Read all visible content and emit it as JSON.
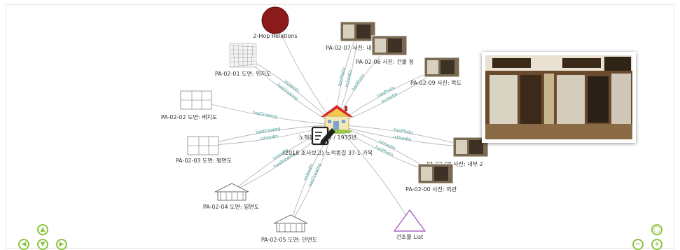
{
  "graph": {
    "center": {
      "line1": "노적봉 1 가옥 / 1935년",
      "line2": "(2018 조사보고) 노적봉길 37-1 가옥"
    },
    "nodes": [
      {
        "id": "hop",
        "label": "2-Hop Relations",
        "kind": "circle",
        "color": "#8b1a1a"
      },
      {
        "id": "pa0201",
        "label": "PA-02-01 도면: 위치도",
        "kind": "map"
      },
      {
        "id": "pa0202",
        "label": "PA-02-02 도면: 배치도",
        "kind": "plan"
      },
      {
        "id": "pa0203",
        "label": "PA-02-03 도면: 평면도",
        "kind": "plan"
      },
      {
        "id": "pa0204",
        "label": "PA-02-04 도면: 입면도",
        "kind": "elev"
      },
      {
        "id": "pa0205",
        "label": "PA-02-05 도면: 단면도",
        "kind": "elev"
      },
      {
        "id": "pa0207",
        "label": "PA-02-07 사진: 내",
        "kind": "photo"
      },
      {
        "id": "pa0206",
        "label": "PA-02-06 사진: 건물 정",
        "kind": "photo"
      },
      {
        "id": "pa0209",
        "label": "PA-02-09 사진: 복도",
        "kind": "photo"
      },
      {
        "id": "pa0208",
        "label": "PA-02-08 사진: 내부 2",
        "kind": "photo"
      },
      {
        "id": "pa0200",
        "label": "PA-02-00 사진: 외관",
        "kind": "photo"
      },
      {
        "id": "list",
        "label": "건조물 List",
        "kind": "triangle",
        "color": "#9b4fb8"
      }
    ],
    "edges": [
      {
        "to": "hop",
        "label": ""
      },
      {
        "to": "pa0201",
        "label": "hasDrawing"
      },
      {
        "to": "pa0201",
        "label": "isUsedIn"
      },
      {
        "to": "pa0202",
        "label": "hasDrawing"
      },
      {
        "to": "pa0203",
        "label": "isUsedIn"
      },
      {
        "to": "pa0203",
        "label": "hasDrawing"
      },
      {
        "to": "pa0204",
        "label": "hasDrawing"
      },
      {
        "to": "pa0204",
        "label": "isUsedIn"
      },
      {
        "to": "pa0205",
        "label": "hasDrawing"
      },
      {
        "to": "pa0205",
        "label": "isUsedIn"
      },
      {
        "to": "pa0207",
        "label": "hasPhoto"
      },
      {
        "to": "pa0207",
        "label": "isUsedIn"
      },
      {
        "to": "pa0206",
        "label": "hasPhoto"
      },
      {
        "to": "pa0209",
        "label": "hasPhoto"
      },
      {
        "to": "pa0209",
        "label": "isUsedIn"
      },
      {
        "to": "pa0208",
        "label": "hasPhoto"
      },
      {
        "to": "pa0208",
        "label": "isUsedIn"
      },
      {
        "to": "pa0200",
        "label": "isUsedIn"
      },
      {
        "to": "pa0200",
        "label": "hasPhoto"
      },
      {
        "to": "list",
        "label": ""
      }
    ]
  },
  "controls": {
    "up": "▲",
    "down": "▼",
    "left": "◀",
    "right": "▶",
    "zoom_fit": "◯",
    "zoom_out": "−",
    "zoom_in": "+"
  },
  "icons": {
    "center": "house-icon",
    "edit": "edit-icon"
  },
  "colors": {
    "edge_line": "#b8b8b8",
    "edge_label": "#3a9a95",
    "nav": "#8ac43f"
  }
}
